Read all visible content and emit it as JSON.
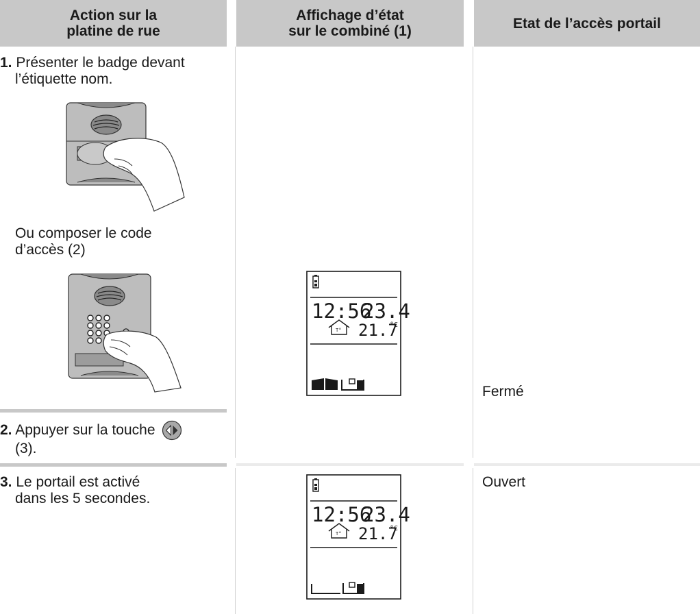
{
  "headers": {
    "col1": [
      "Action sur la",
      "platine de rue"
    ],
    "col2": [
      "Affichage d’état",
      "sur le combiné (1)"
    ],
    "col3": "Etat de l’accès portail"
  },
  "steps": [
    {
      "number": "1.",
      "lines": [
        "Présenter le badge devant",
        "l’étiquette nom."
      ]
    },
    {
      "number": "2.",
      "lines": [
        "Appuyer sur la touche",
        "(3)."
      ]
    },
    {
      "number": "3.",
      "lines": [
        "Le portail est activé",
        "dans les 5 secondes."
      ]
    }
  ],
  "alt_text": [
    "Ou composer le code",
    "d’accès (2)"
  ],
  "display": {
    "time": "12:56",
    "date": "23.4",
    "temp": "21.7",
    "unit": "°C"
  },
  "states": {
    "closed": "Fermé",
    "open": "Ouvert"
  },
  "icons": {
    "panel_badge": "intercom-panel-with-badge-illustration",
    "panel_keypad": "intercom-panel-with-keypad-illustration",
    "gate_button": "gate-button-icon",
    "battery": "battery-icon",
    "home_temp": "house-thermometer-icon",
    "gate": "gate-status-icon"
  }
}
